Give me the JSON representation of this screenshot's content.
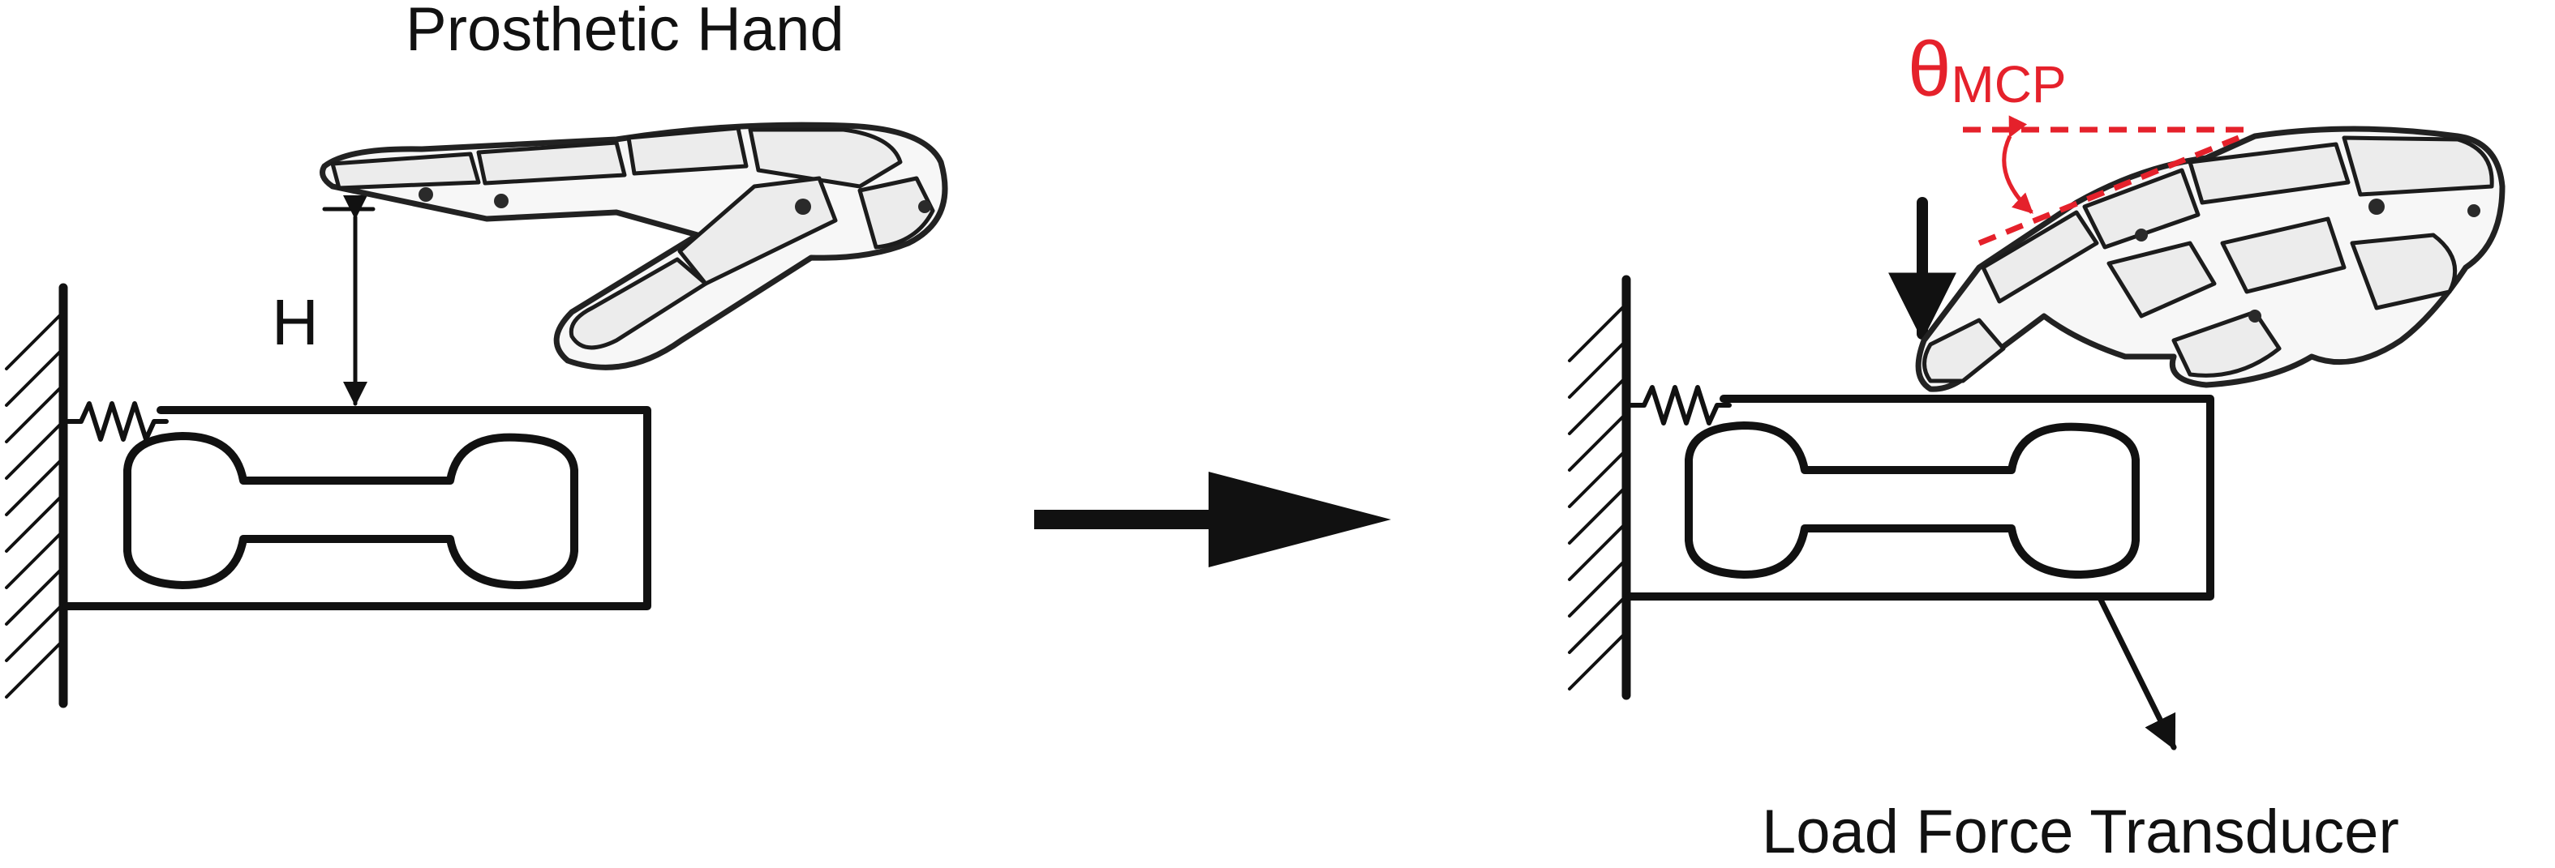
{
  "labels": {
    "prosthetic_hand": "Prosthetic Hand",
    "height": "H",
    "theta_symbol": "θ",
    "theta_subscript": "MCP",
    "load_force_transducer": "Load Force Transducer"
  },
  "colors": {
    "ink": "#111111",
    "angle_annotation": "#e5212b",
    "background": "#ffffff"
  }
}
